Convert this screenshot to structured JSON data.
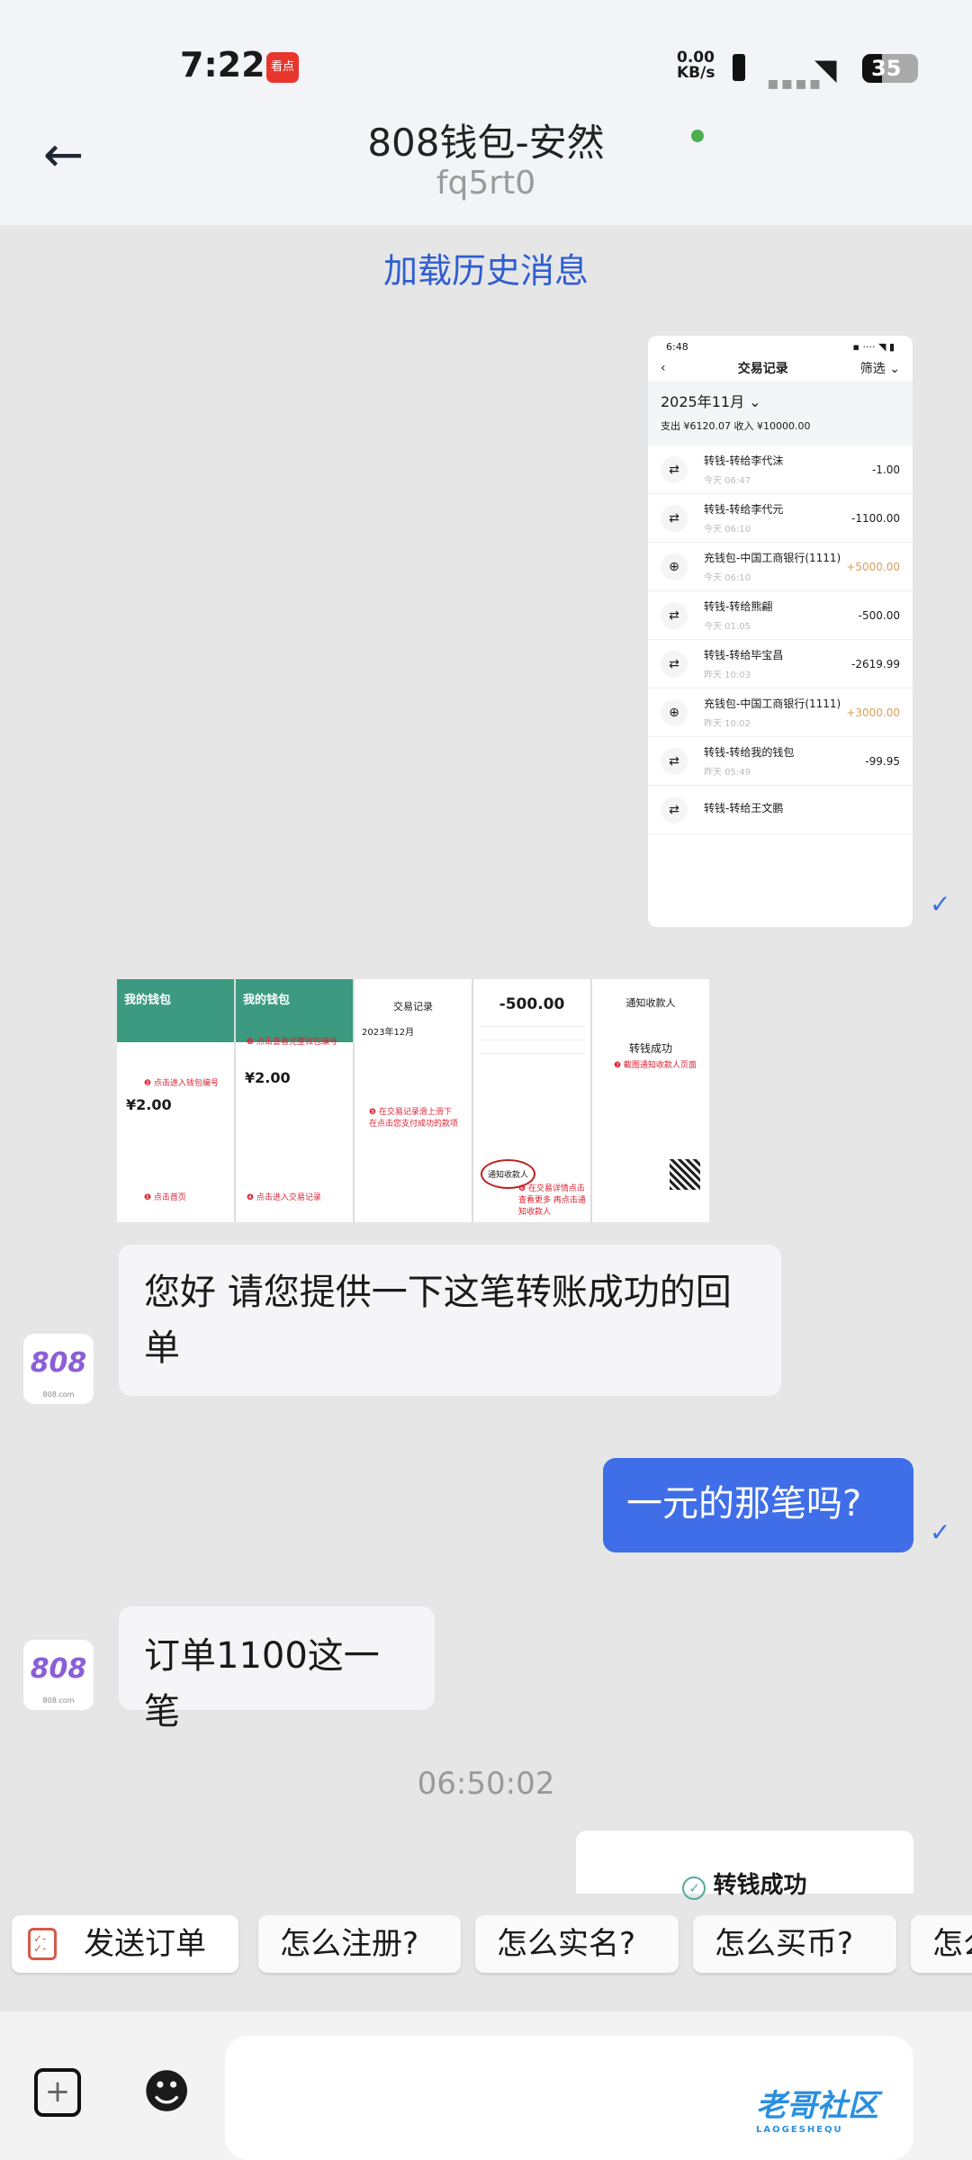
{
  "status_bar": {
    "time": "7:22",
    "app_badge": "看点",
    "net_speed_value": "0.00",
    "net_speed_unit": "KB/s",
    "battery": "35"
  },
  "header": {
    "title": "808钱包-安然",
    "subtitle": "fq5rt0",
    "online": true
  },
  "chat": {
    "load_history": "加载历史消息",
    "screenshot1": {
      "time": "6:48",
      "title": "交易记录",
      "filter": "筛选",
      "month": "2025年11月",
      "summary": "支出 ¥6120.07   收入 ¥10000.00",
      "rows": [
        {
          "name": "转钱-转给李代沫",
          "time": "今天 06:47",
          "amount": "-1.00",
          "type": "out"
        },
        {
          "name": "转钱-转给李代元",
          "time": "今天 06:10",
          "amount": "-1100.00",
          "type": "out"
        },
        {
          "name": "充钱包-中国工商银行(1111)",
          "time": "今天 06:10",
          "amount": "+5000.00",
          "type": "in"
        },
        {
          "name": "转钱-转给熊翩",
          "time": "今天 01:05",
          "amount": "-500.00",
          "type": "out"
        },
        {
          "name": "转钱-转给毕宝昌",
          "time": "昨天 10:03",
          "amount": "-2619.99",
          "type": "out"
        },
        {
          "name": "充钱包-中国工商银行(1111)",
          "time": "昨天 10:02",
          "amount": "+3000.00",
          "type": "in"
        },
        {
          "name": "转钱-转给我的钱包",
          "time": "昨天 05:49",
          "amount": "-99.95",
          "type": "out"
        },
        {
          "name": "转钱-转给王文鹏",
          "time": "",
          "amount": "",
          "type": "out"
        }
      ]
    },
    "screenshot2": {
      "p1_title": "我的钱包",
      "p1_amount": "¥2.00",
      "p1_step1": "❶ 点击首页",
      "p1_step2": "❷ 点击进入钱包编号",
      "p2_title": "我的钱包",
      "p2_amount": "¥2.00",
      "p2_step3": "❸ 点击查看完整钱包编号",
      "p2_step4": "❹ 点击进入交易记录",
      "p3_title": "交易记录",
      "p3_month": "2023年12月",
      "p3_step5": "❺ 在交易记录滑上滑下 在点击您支付成功的款项",
      "p4_amount": "-500.00",
      "p4_notify": "通知收款人",
      "p4_step6": "❻ 在交易详情点击查看更多 再点击通知收款人",
      "p5_title": "通知收款人",
      "p5_success": "转钱成功",
      "p5_step7": "❼ 截图通知收款人页面"
    },
    "messages": [
      {
        "from": "agent",
        "text": "您好 请您提供一下这笔转账成功的回单",
        "avatar": "808",
        "avatar_sub": "808.com"
      },
      {
        "from": "me",
        "text": "一元的那笔吗?"
      },
      {
        "from": "agent",
        "text": "订单1100这一笔",
        "avatar": "808",
        "avatar_sub": "808.com"
      }
    ],
    "timestamp": "06:50:02",
    "receipt_title": "转钱成功"
  },
  "quick_replies": [
    "发送订单",
    "怎么注册?",
    "怎么实名?",
    "怎么买币?",
    "怎么"
  ],
  "composer": {
    "placeholder": "",
    "value": ""
  },
  "watermark": {
    "text": "老哥社区",
    "sub": "LAOGESHEQU"
  },
  "colors": {
    "accent": "#3f6ee8",
    "link": "#2f5ed0",
    "online": "#4cb050",
    "income": "#d9a05a"
  }
}
